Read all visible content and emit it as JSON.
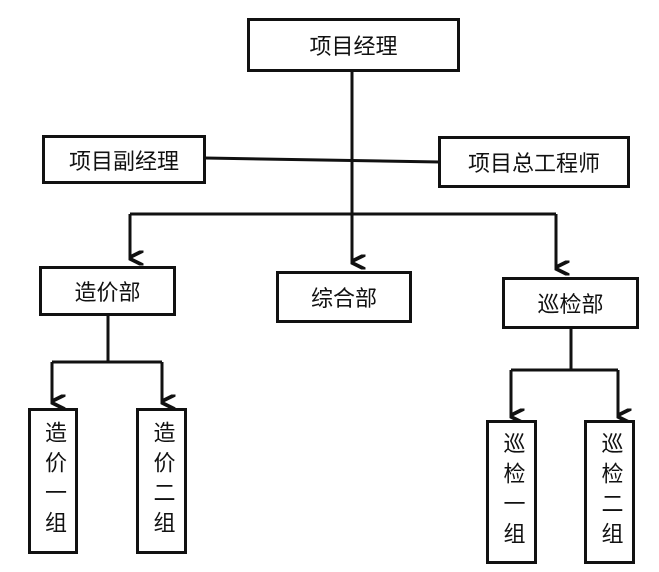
{
  "org_chart": {
    "top": "项目经理",
    "deputy": "项目副经理",
    "chief_engineer": "项目总工程师",
    "departments": {
      "cost": "造价部",
      "general": "综合部",
      "inspection": "巡检部"
    },
    "groups": {
      "cost_group_1": "造价一组",
      "cost_group_2": "造价二组",
      "inspection_group_1": "巡检一组",
      "inspection_group_2": "巡检二组"
    }
  }
}
